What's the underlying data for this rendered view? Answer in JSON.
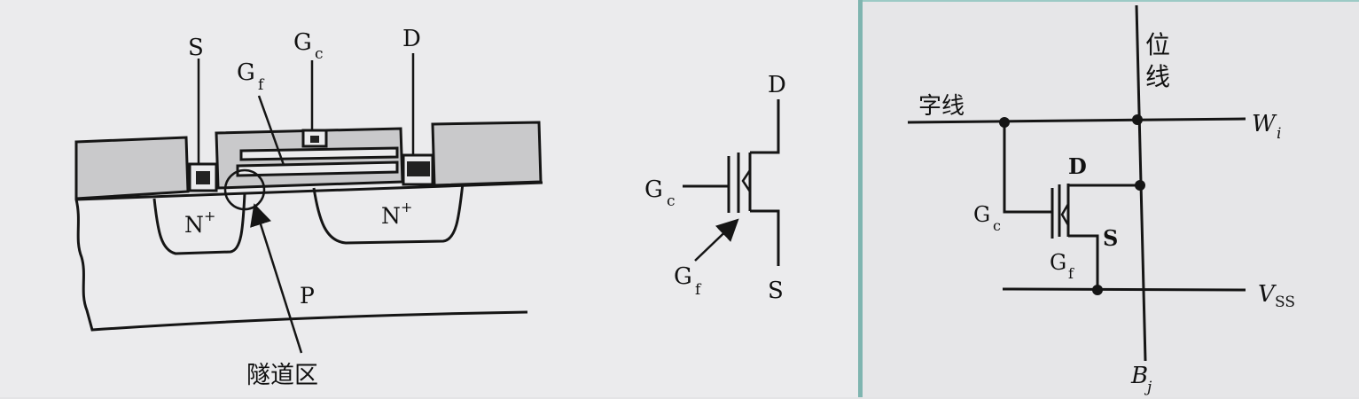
{
  "cross_section": {
    "source": "S",
    "control_gate": "G",
    "control_gate_sub": "c",
    "floating_gate": "G",
    "floating_gate_sub": "f",
    "drain": "D",
    "n_plus_left": "N",
    "n_plus_right": "N",
    "n_plus_sup": "+",
    "substrate": "P",
    "tunnel_region": "隧道区"
  },
  "symbol": {
    "drain": "D",
    "source": "S",
    "control_gate": "G",
    "control_gate_sub": "c",
    "floating_gate": "G",
    "floating_gate_sub": "f"
  },
  "cell": {
    "bit_line": [
      "位",
      "线"
    ],
    "word_line": "字线",
    "word_signal": "W",
    "word_signal_sub": "i",
    "bit_signal": "B",
    "bit_signal_sub": "j",
    "vss": "V",
    "vss_sub": "SS",
    "drain": "D",
    "source": "S",
    "control_gate": "G",
    "control_gate_sub": "c",
    "floating_gate": "G",
    "floating_gate_sub": "f"
  }
}
